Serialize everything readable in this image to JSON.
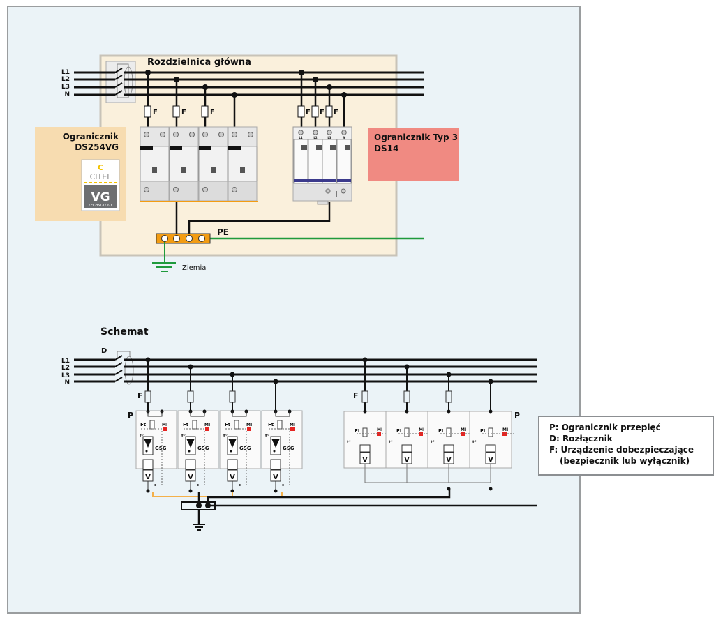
{
  "installation": {
    "title": "Rozdzielnica główna",
    "lines": [
      "L1",
      "L2",
      "L3",
      "N"
    ],
    "fuse_label": "F",
    "pe_label": "PE",
    "earth_label": "Ziemia",
    "ds254vg": {
      "label_line1": "Ogranicznik",
      "label_line2": "DS254VG",
      "logo_brand": "CITEL",
      "logo_letter": "C",
      "logo_vg": "VG",
      "logo_tech": "TECHNOLOGY"
    },
    "ds14": {
      "label_line1": "Ogranicznik Typ 3",
      "label_line2": "DS14",
      "terminal_labels": [
        "L1",
        "L2",
        "L3",
        "N"
      ]
    }
  },
  "schematic": {
    "title": "Schemat",
    "lines": [
      "L1",
      "L2",
      "L3",
      "N"
    ],
    "disconnector_label": "D",
    "fuse_label": "F",
    "protector_label": "P",
    "module_labels": {
      "ft": "Ft",
      "mi": "MI",
      "temp": "t°",
      "gsg": "GSG",
      "varistor": "V",
      "contact": "c"
    }
  },
  "legend": {
    "items": [
      "P: Ogranicznik przepięć",
      "D: Rozłącznik",
      "F: Urządzenie dobezpieczające",
      "(bezpiecznik lub wyłącznik)"
    ]
  },
  "colors": {
    "panel_bg": "#ebf3f7",
    "panel_border": "#9a9d9f",
    "cabinet_bg": "#faf0dc",
    "ds254_box": "#f7dcb0",
    "ds14_box": "#f08a82",
    "pe_bar": "#f39c12",
    "earth_green": "#1f9a3c",
    "mi_red": "#e52421",
    "ds14_band": "#3b3a8c",
    "orange_link": "#f4b04a"
  }
}
